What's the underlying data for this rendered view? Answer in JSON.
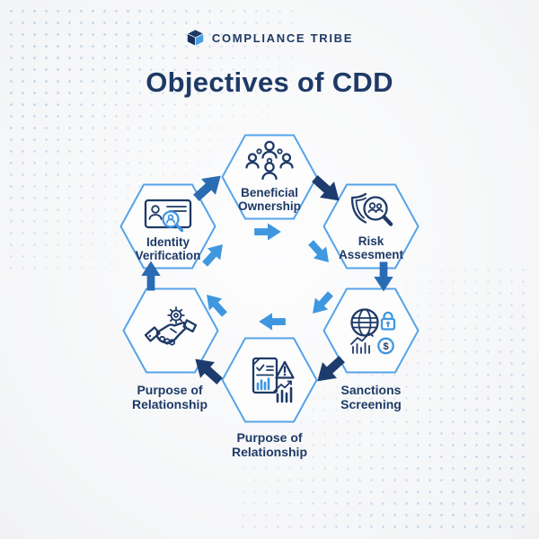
{
  "header": {
    "brand": "COMPLIANCE TRIBE",
    "title": "Objectives of CDD"
  },
  "diagram": {
    "type": "cycle",
    "direction": "clockwise",
    "nodes": [
      {
        "id": "beneficial-ownership",
        "label": "Beneficial\nOwnership",
        "icon": "people-group-icon",
        "label_position": "inside"
      },
      {
        "id": "risk-assesment",
        "label": "Risk\nAssesment",
        "icon": "shield-magnifier-icon",
        "label_position": "inside"
      },
      {
        "id": "sanctions-screening",
        "label": "Sanctions\nScreening",
        "icon": "globe-lock-money-icon",
        "label_position": "below"
      },
      {
        "id": "purpose-of-relationship-bottom",
        "label": "Purpose of\nRelationship",
        "icon": "report-warning-chart-icon",
        "label_position": "below"
      },
      {
        "id": "purpose-of-relationship-left",
        "label": "Purpose of\nRelationship",
        "icon": "handshake-gear-icon",
        "label_position": "below"
      },
      {
        "id": "identity-verification",
        "label": "Identity\nVerification",
        "icon": "id-card-magnifier-icon",
        "label_position": "inside"
      }
    ]
  },
  "colors": {
    "navy": "#1e3a66",
    "arrow_dark": "#1d3c6e",
    "arrow_medium": "#2a6cb4",
    "arrow_light": "#3f97e0",
    "hex_border": "#55a3e8",
    "hex_fill": "#fdfdfe",
    "brand_light_blue": "#4a9ee0",
    "background": "#f5f6f7",
    "dot": "#c3d7ee"
  }
}
